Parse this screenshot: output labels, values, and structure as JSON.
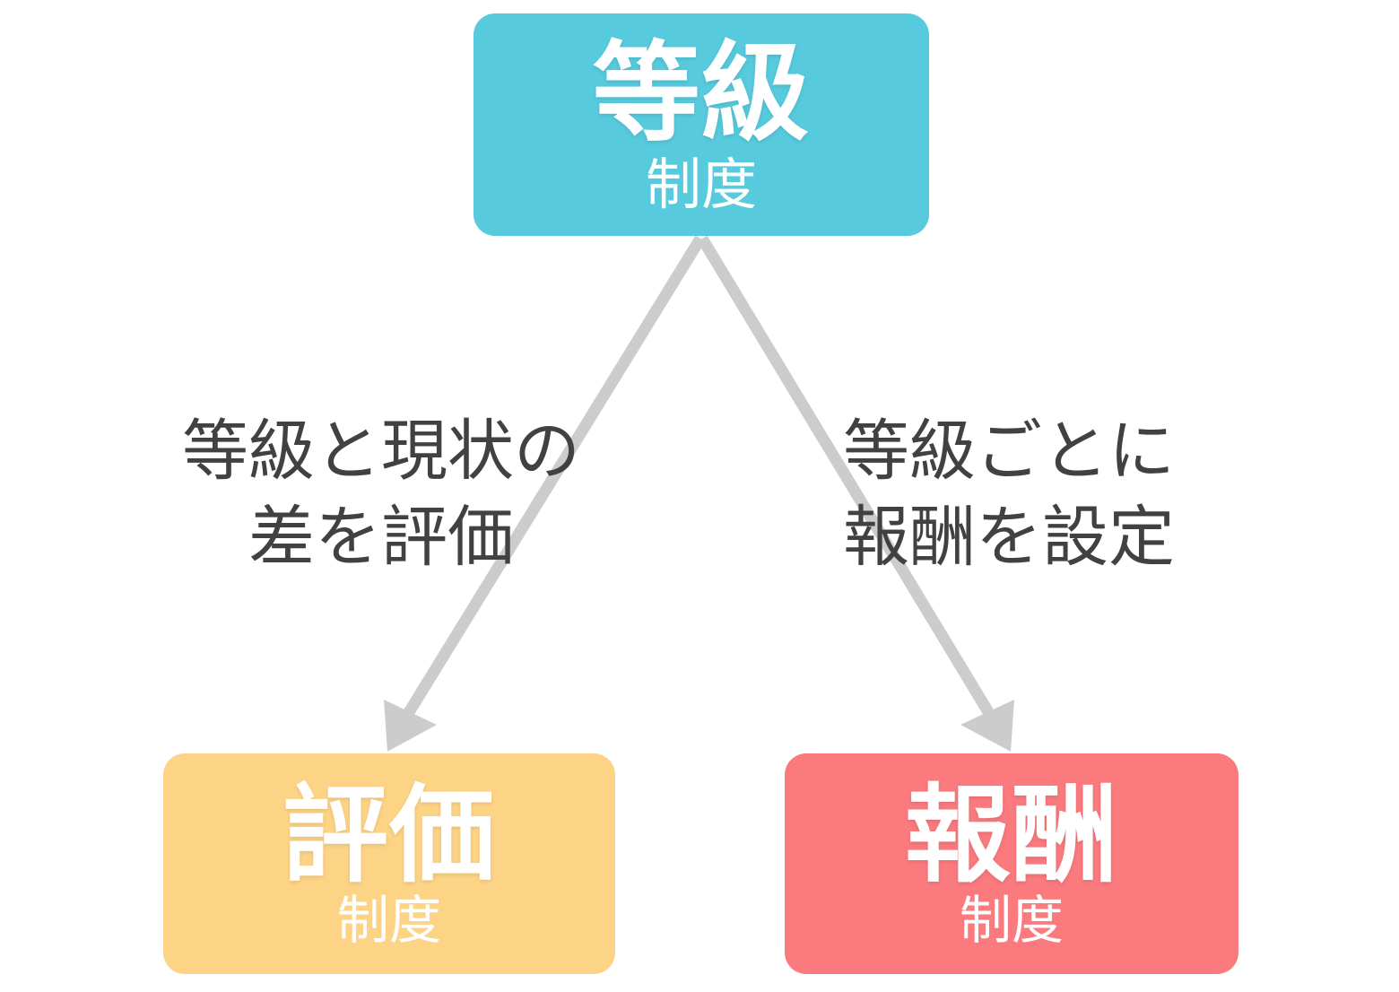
{
  "diagram": {
    "type": "tree-diagram",
    "background_color": "#ffffff",
    "connector_color": "#cccccc",
    "label_color": "#414141",
    "nodes": [
      {
        "id": "grade",
        "title": "等級",
        "subtitle": "制度",
        "color": "#57cade",
        "text_color": "#ffffff",
        "position": "top-center"
      },
      {
        "id": "evaluation",
        "title": "評価",
        "subtitle": "制度",
        "color": "#fdd385",
        "text_color": "#ffffff",
        "position": "bottom-left"
      },
      {
        "id": "reward",
        "title": "報酬",
        "subtitle": "制度",
        "color": "#fa7a7e",
        "text_color": "#ffffff",
        "position": "bottom-right"
      }
    ],
    "edges": [
      {
        "id": "grade-to-evaluation",
        "from": "grade",
        "to": "evaluation",
        "arrow": true,
        "label_line1": "等級と現状の",
        "label_line2": "差を評価"
      },
      {
        "id": "grade-to-reward",
        "from": "grade",
        "to": "reward",
        "arrow": true,
        "label_line1": "等級ごとに",
        "label_line2": "報酬を設定"
      }
    ]
  }
}
